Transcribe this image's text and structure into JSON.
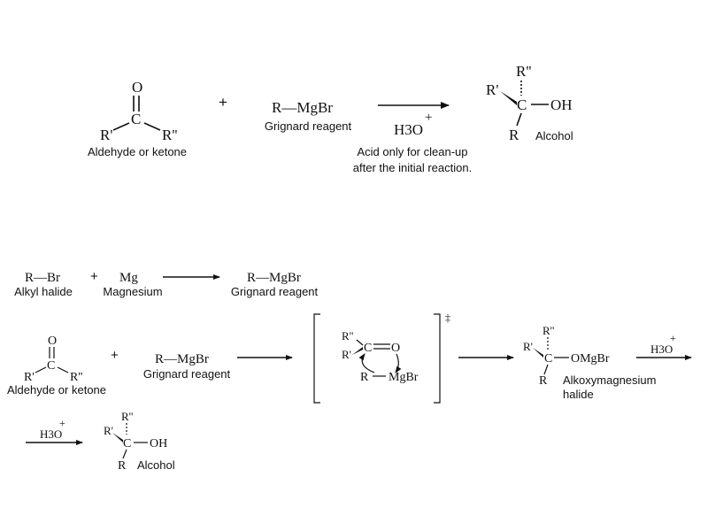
{
  "reaction1": {
    "carbonyl": {
      "o": "O",
      "c": "C",
      "r1": "R'",
      "r2": "R''",
      "caption": "Aldehyde or ketone"
    },
    "plus": "+",
    "grignard": {
      "formula": "R—MgBr",
      "caption": "Grignard reagent"
    },
    "arrow_reagent": {
      "main": "H3O",
      "charge": "+"
    },
    "note": [
      "Acid only for clean-up",
      "after the initial reaction."
    ],
    "alcohol": {
      "r2": "R''",
      "r1": "R'",
      "c": "C",
      "oh": "OH",
      "r": "R",
      "caption": "Alcohol"
    }
  },
  "reaction2": {
    "alkyl_halide": {
      "formula": "R—Br",
      "caption": "Alkyl halide"
    },
    "plus": "+",
    "magnesium": {
      "formula": "Mg",
      "caption": "Magnesium"
    },
    "product": {
      "formula": "R—MgBr",
      "caption": "Grignard reagent"
    }
  },
  "mechanism": {
    "carbonyl": {
      "o": "O",
      "c": "C",
      "r1": "R'",
      "r2": "R''",
      "caption": "Aldehyde or ketone"
    },
    "plus": "+",
    "grignard": {
      "formula": "R—MgBr",
      "caption": "Grignard reagent"
    },
    "ts": {
      "r2": "R''",
      "r1": "R'",
      "c": "C",
      "o": "O",
      "r": "R",
      "mgbr": "MgBr",
      "dagger": "‡"
    },
    "alkoxide": {
      "r2": "R''",
      "r1": "R'",
      "c": "C",
      "omgbr": "OMgBr",
      "r": "R",
      "caption_line1": "Alkoxymagnesium",
      "caption_line2": "halide"
    },
    "arrow_reagent": {
      "main": "H3O",
      "charge": "+"
    },
    "arrow2_reagent": {
      "main": "H3O",
      "charge": "+"
    },
    "alcohol": {
      "r2": "R''",
      "r1": "R'",
      "c": "C",
      "oh": "OH",
      "r": "R",
      "caption": "Alcohol"
    }
  }
}
